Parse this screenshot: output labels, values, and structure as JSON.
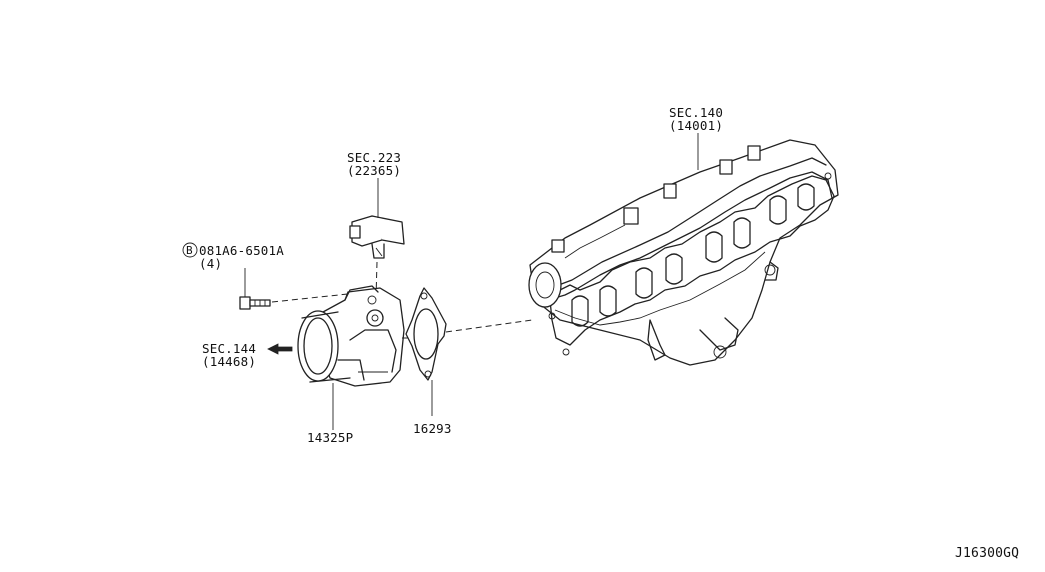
{
  "diagram_code": "J16300GQ",
  "parts": {
    "sec140": {
      "line1": "SEC.140",
      "line2": "(14001)"
    },
    "sec223": {
      "line1": "SEC.223",
      "line2": "(22365)"
    },
    "bolt": {
      "symbol": "B",
      "part_no": "081A6-6501A",
      "qty": "(4)"
    },
    "sec144": {
      "line1": "SEC.144",
      "line2": "(14468)"
    },
    "throttle_chamber": "14325P",
    "gasket": "16293"
  }
}
